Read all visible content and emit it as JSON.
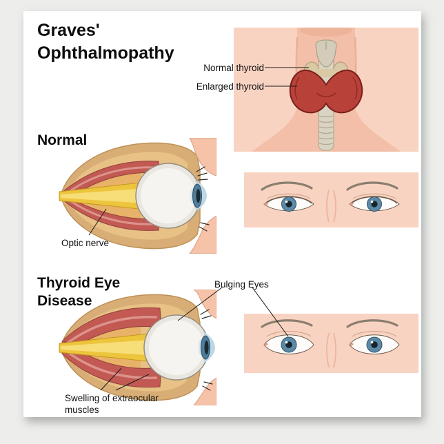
{
  "poster": {
    "title": "Graves' Ophthalmopathy",
    "thyroid_panel": {
      "normal_label": "Normal thyroid",
      "enlarged_label": "Enlarged thyroid"
    },
    "normal_section": {
      "heading": "Normal",
      "optic_nerve_label": "Optic nerve"
    },
    "disease_section": {
      "heading": "Thyroid Eye Disease",
      "bulging_label": "Bulging Eyes",
      "swelling_label": "Swelling of extraocular muscles"
    },
    "colors": {
      "skin_panel": "#f9d3c2",
      "neck_skin": "#f3bfa8",
      "bone_tan": "#d8ad76",
      "orbital_fat": "#e7c186",
      "muscle_red": "#c25953",
      "optic_nerve_yellow": "#edc53d",
      "thyroid_red": "#b8423a",
      "trachea_gray": "#d9d3c4",
      "iris_blue": "#5c89a6",
      "eyeball_white": "#f6f4f0"
    }
  }
}
